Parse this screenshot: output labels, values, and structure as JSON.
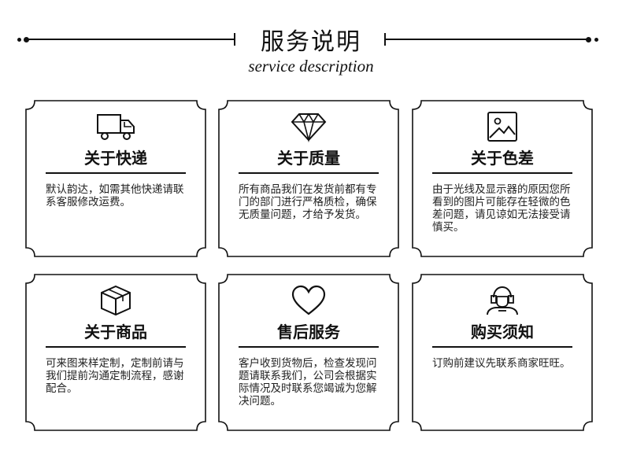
{
  "header": {
    "title": "服务说明",
    "subtitle": "service description"
  },
  "cards": [
    {
      "icon": "delivery-truck-icon",
      "title": "关于快递",
      "body": "默认韵达，如需其他快递请联系客服修改运费。"
    },
    {
      "icon": "diamond-icon",
      "title": "关于质量",
      "body": "所有商品我们在发货前都有专门的部门进行严格质检，确保无质量问题，才给予发货。"
    },
    {
      "icon": "image-icon",
      "title": "关于色差",
      "body": "由于光线及显示器的原因您所看到的图片可能存在轻微的色差问题，请见谅如无法接受请慎买。"
    },
    {
      "icon": "package-box-icon",
      "title": "关于商品",
      "body": "可来图来样定制，定制前请与我们提前沟通定制流程，感谢配合。"
    },
    {
      "icon": "heart-icon",
      "title": "售后服务",
      "body": "客户收到货物后，检查发现问题请联系我们，公司会根据实际情况及时联系您竭诚为您解决问题。"
    },
    {
      "icon": "customer-service-icon",
      "title": "购买须知",
      "body": "订购前建议先联系商家旺旺。"
    }
  ]
}
